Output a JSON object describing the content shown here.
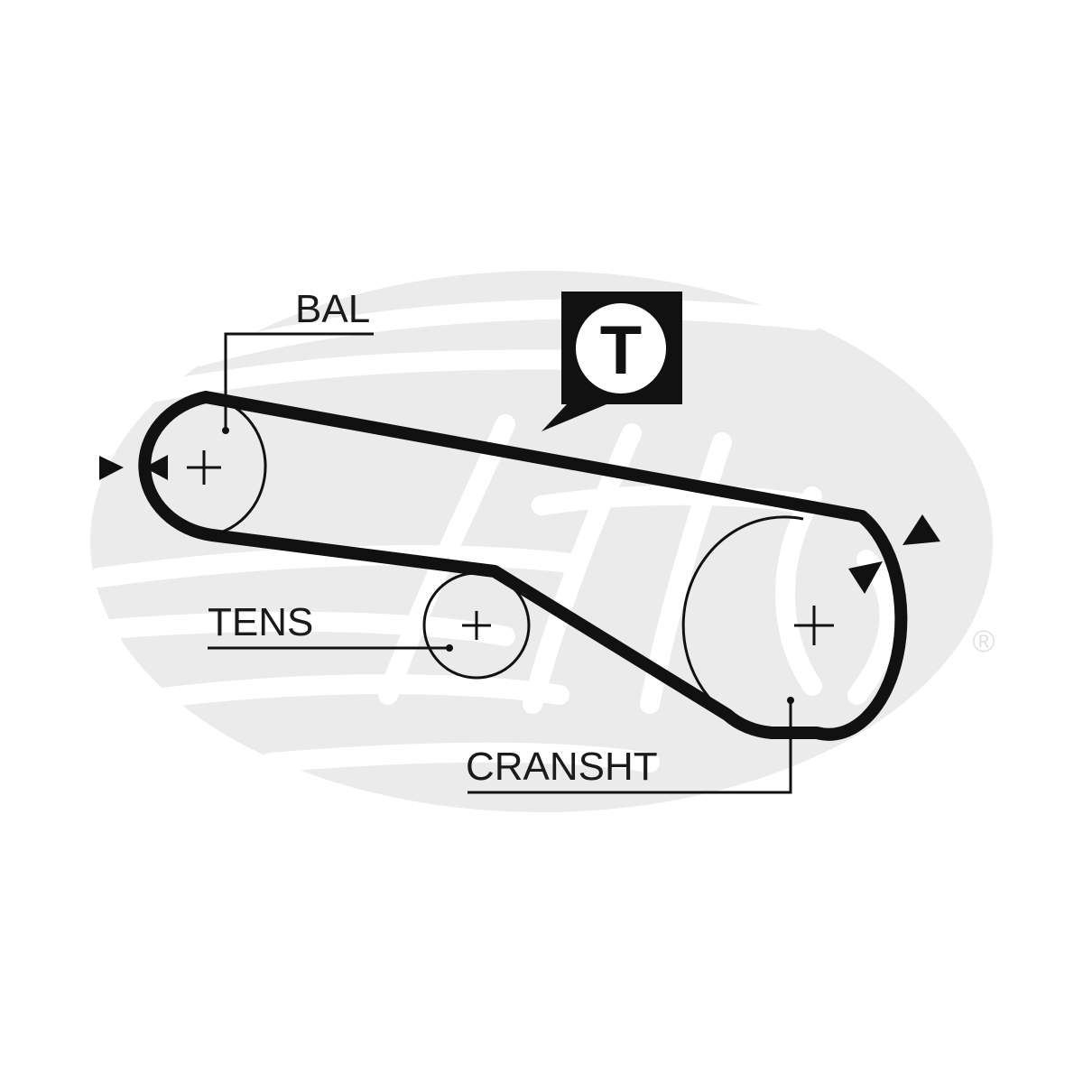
{
  "diagram": {
    "labels": {
      "balance": "BAL",
      "tensioner": "TENS",
      "crankshaft": "CRANSHT"
    },
    "badge_letter": "T",
    "watermark_registered": "®",
    "icons": {
      "pulley_center": "plus-icon",
      "timing_mark": "triangle-arrow-icon",
      "badge": "speech-bubble-icon",
      "watermark": "gates-logo"
    },
    "colors": {
      "line": "#111111",
      "watermark": "#ebebeb",
      "background": "#ffffff"
    }
  }
}
